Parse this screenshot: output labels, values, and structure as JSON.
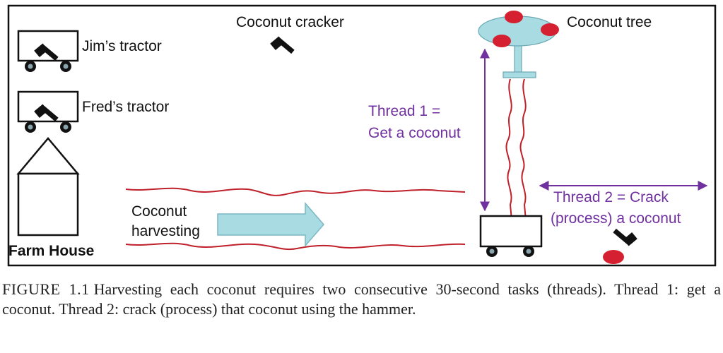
{
  "diagram": {
    "labels": {
      "jims_tractor": "Jim’s tractor",
      "freds_tractor": "Fred’s tractor",
      "farm_house": "Farm House",
      "coconut_cracker": "Coconut cracker",
      "coconut_tree": "Coconut tree",
      "harvesting_line1": "Coconut",
      "harvesting_line2": "harvesting",
      "thread1_line1": "Thread 1 =",
      "thread1_line2": "Get a coconut",
      "thread2_line1": "Thread 2 = Crack",
      "thread2_line2": "(process) a coconut"
    },
    "colors": {
      "border": "#111111",
      "rope": "#c0202a",
      "coconut": "#d42030",
      "tree_top": "#a9dbe3",
      "arrow_fill": "#a9dbe3",
      "thread_text": "#7030a0",
      "hammer": "#111111"
    },
    "icons": [
      "hammer-icon",
      "tractor-icon",
      "house-icon",
      "tree-icon",
      "coconut-icon",
      "cart-icon"
    ]
  },
  "caption": {
    "figure_label": "FIGURE 1.1",
    "text": "Harvesting each coconut requires two consecutive 30-second tasks (threads). Thread 1: get a coconut. Thread 2: crack (process) that coconut using the hammer."
  }
}
